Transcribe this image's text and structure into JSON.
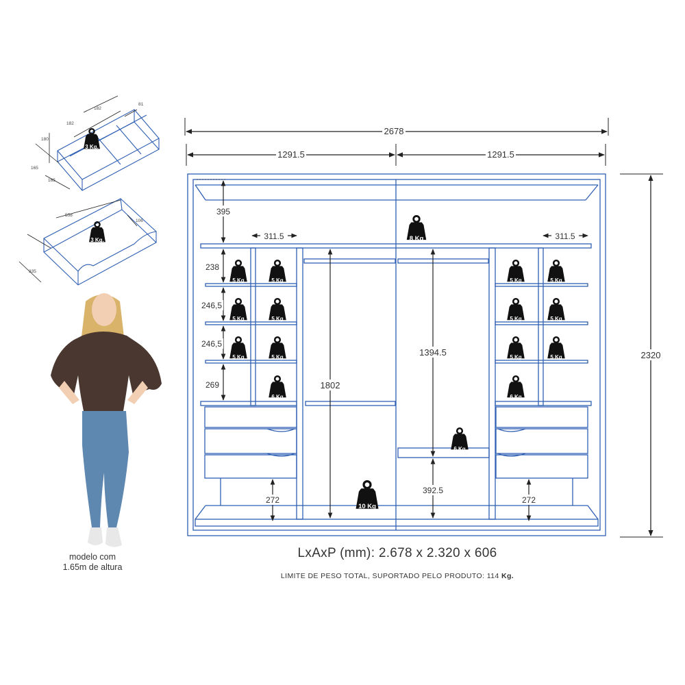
{
  "dimensions": {
    "total_width": "2678",
    "half_width_left": "1291.5",
    "half_width_right": "1291.5",
    "total_height": "2320",
    "top_niche": "395",
    "shelf_width_left": "311.5",
    "shelf_width_right": "311.5",
    "shelf_h1": "238",
    "shelf_h2": "246,5",
    "shelf_h3": "246,5",
    "shelf_h4": "269",
    "hanger_long": "1802",
    "hanger_right": "1394.5",
    "lower_shelf": "392.5",
    "base_left": "272",
    "base_right": "272"
  },
  "weights": {
    "drawer_small": "3 Kg.",
    "drawer_large": "3 Kg.",
    "top_center": "8 Kg",
    "shelf": "5 Kg",
    "shelf_bottom": "6 Kg",
    "hanger_lower": "6 Kg",
    "floor": "10 Kg"
  },
  "drawer_dims": {
    "a": "182",
    "b": "182",
    "c": "81",
    "d": "180",
    "e": "165",
    "f": "165",
    "g": "558",
    "h": "106",
    "i": "335"
  },
  "captions": {
    "dims_line": "LxAxP (mm): 2.678 x 2.320 x 606",
    "limit_text": "LIMITE DE PESO TOTAL, SUPORTADO PELO PRODUTO: 114",
    "limit_unit": "Kg.",
    "model_line1": "modelo com",
    "model_line2": "1.65m de altura"
  },
  "colors": {
    "outline": "#2e5fb3",
    "dim_line": "#222222",
    "weight": "#111111"
  }
}
